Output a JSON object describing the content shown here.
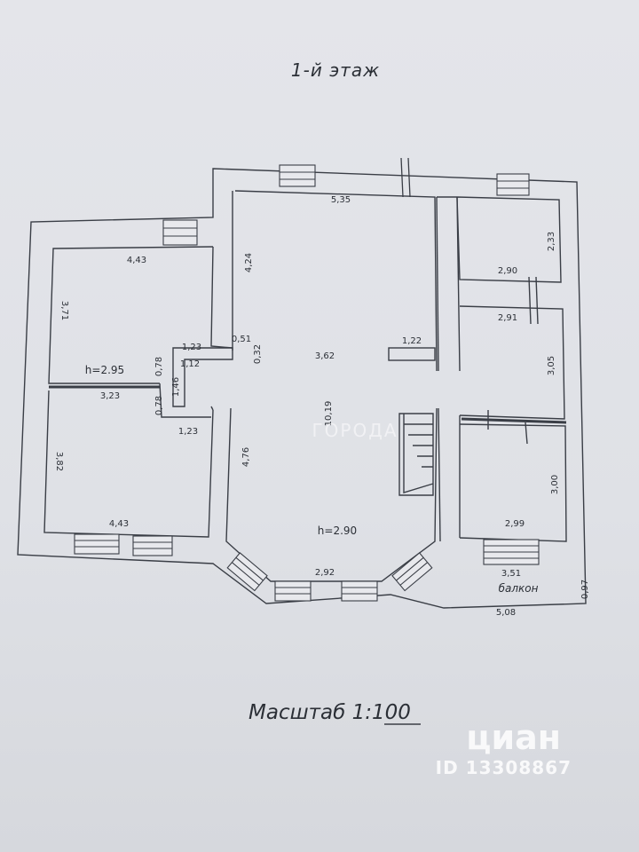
{
  "plan": {
    "title": "1-й этаж",
    "scale_prefix": "Масштаб 1:",
    "scale_value": "100",
    "balcony_label": "балкон",
    "heights": {
      "left": "h=2.95",
      "main": "h=2.90"
    },
    "dimensions": {
      "top_main": "5,35",
      "left_top": "4,43",
      "left_bottom": "4,43",
      "left_side_top": "3,71",
      "left_side_bottom": "3,82",
      "left_mid": "3,23",
      "main_upper": "4,24",
      "main_lower": "4,76",
      "main_length": "10,19",
      "main_width": "3,62",
      "hall_a": "1,23",
      "hall_b": "1,12",
      "hall_c": "0,78",
      "hall_d": "1,46",
      "hall_e": "0,78",
      "hall_f": "1,23",
      "wall_a": "0,51",
      "wall_b": "0,32",
      "partition": "1,22",
      "right_top": "2,33",
      "right_w1": "2,90",
      "right_w2": "2,91",
      "right_mid": "3,05",
      "right_low": "3,00",
      "right_bottom": "2,99",
      "bay": "2,92",
      "balcony_w": "3,51",
      "outer_bottom": "5,08",
      "outer_right": "0,97"
    }
  },
  "watermark": {
    "brand": "циан",
    "id": "ID 13308867",
    "city": "ГОРОДА"
  }
}
